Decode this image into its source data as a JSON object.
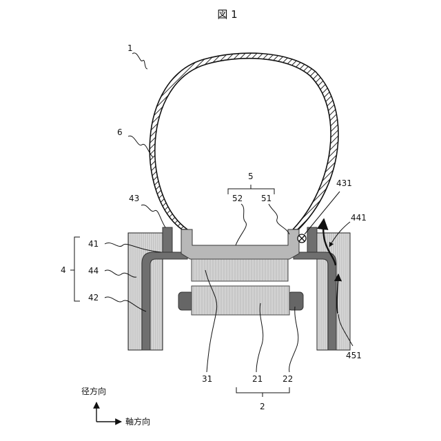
{
  "figure": {
    "title": "図 1",
    "labels": {
      "assembly": "1",
      "tire": "6",
      "wheel_group": "5",
      "rim_52": "52",
      "rim_51": "51",
      "sensor_431": "431",
      "flange": "43",
      "flow_441": "441",
      "housing_group": "4",
      "part_41": "41",
      "part_44": "44",
      "part_42": "42",
      "arrow_451": "451",
      "part_31": "31",
      "part_21": "21",
      "part_22": "22",
      "rotor_group": "2"
    },
    "axes": {
      "radial": "径方向",
      "axial": "軸方向"
    }
  }
}
